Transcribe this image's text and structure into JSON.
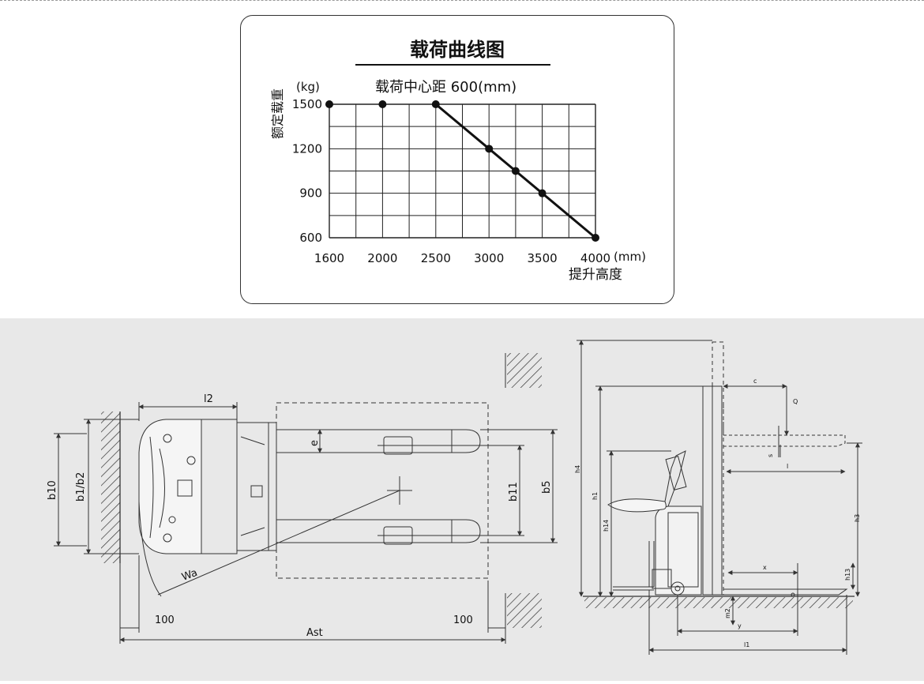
{
  "chart_data": {
    "type": "line",
    "title": "载荷曲线图",
    "subtitle": "载荷中心距 600(mm)",
    "ylabel": "额定载重",
    "yunit": "(kg)",
    "xlabel": "提升高度",
    "xunit": "(mm)",
    "x_ticks": [
      "1600",
      "2000",
      "2500",
      "3000",
      "3500",
      "4000"
    ],
    "y_ticks": [
      "1500",
      "1200",
      "900",
      "600"
    ],
    "ylim": [
      600,
      1500
    ],
    "grid": true,
    "points": [
      {
        "x": 1600,
        "y": 1500
      },
      {
        "x": 2000,
        "y": 1500
      },
      {
        "x": 2500,
        "y": 1500
      },
      {
        "x": 3000,
        "y": 1200
      },
      {
        "x": 3250,
        "y": 1050
      },
      {
        "x": 3500,
        "y": 900
      },
      {
        "x": 4000,
        "y": 600
      }
    ],
    "line_from_index": 2
  },
  "drawing": {
    "labels": {
      "l2": "l2",
      "b10": "b10",
      "b1b2": "b1/b2",
      "e": "e",
      "b11": "b11",
      "b5": "b5",
      "wa": "Wa",
      "hundred_left": "100",
      "hundred_right": "100",
      "ast": "Ast",
      "c": "c",
      "q": "Q",
      "s": "s",
      "l": "l",
      "h4": "h4",
      "h1": "h1",
      "h14": "h14",
      "h3": "h3",
      "h13": "h13",
      "x": "x",
      "m2": "m2",
      "y": "y",
      "l1": "l1"
    }
  }
}
